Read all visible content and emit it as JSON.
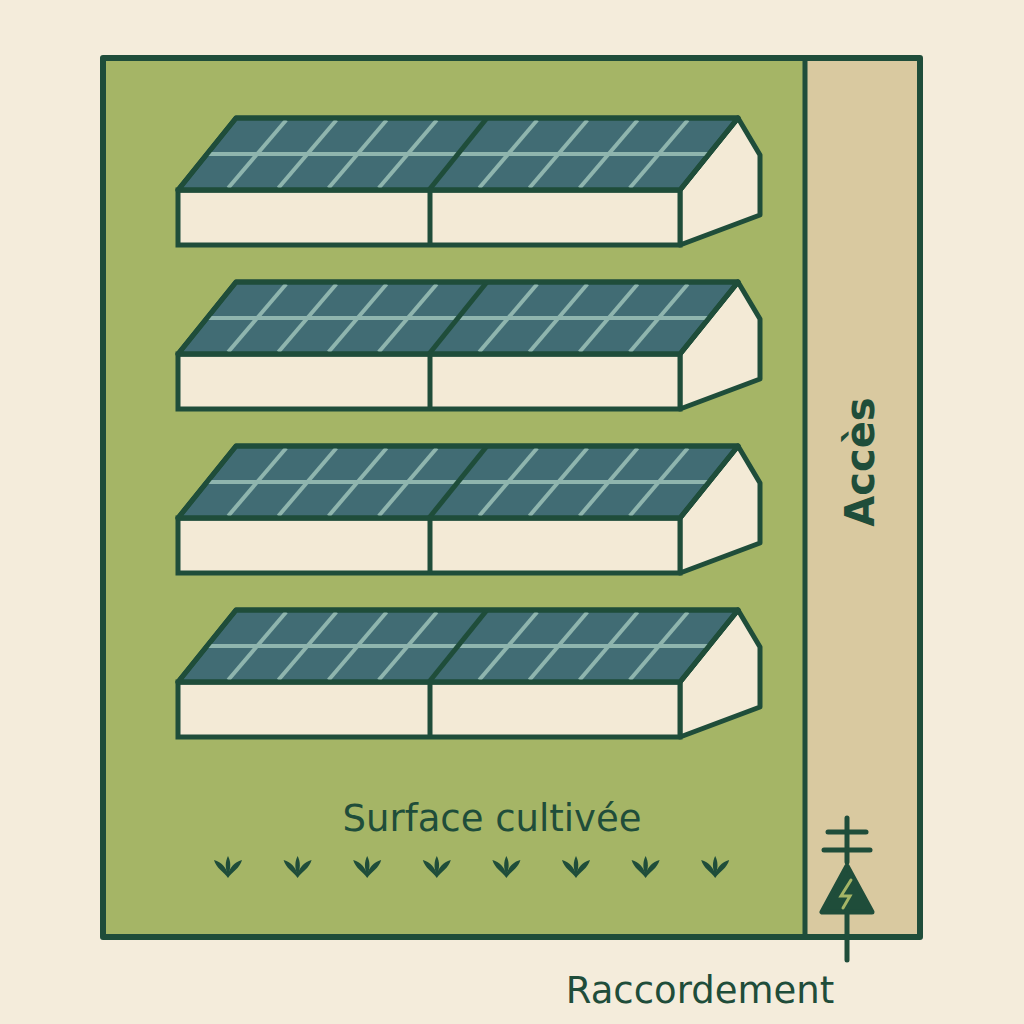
{
  "diagram": {
    "nodes": [
      {
        "text": [
          "Surface cultivée"
        ]
      },
      {
        "text": [
          "Accès"
        ]
      }
    ],
    "labels": [
      "Raccordement"
    ]
  }
}
